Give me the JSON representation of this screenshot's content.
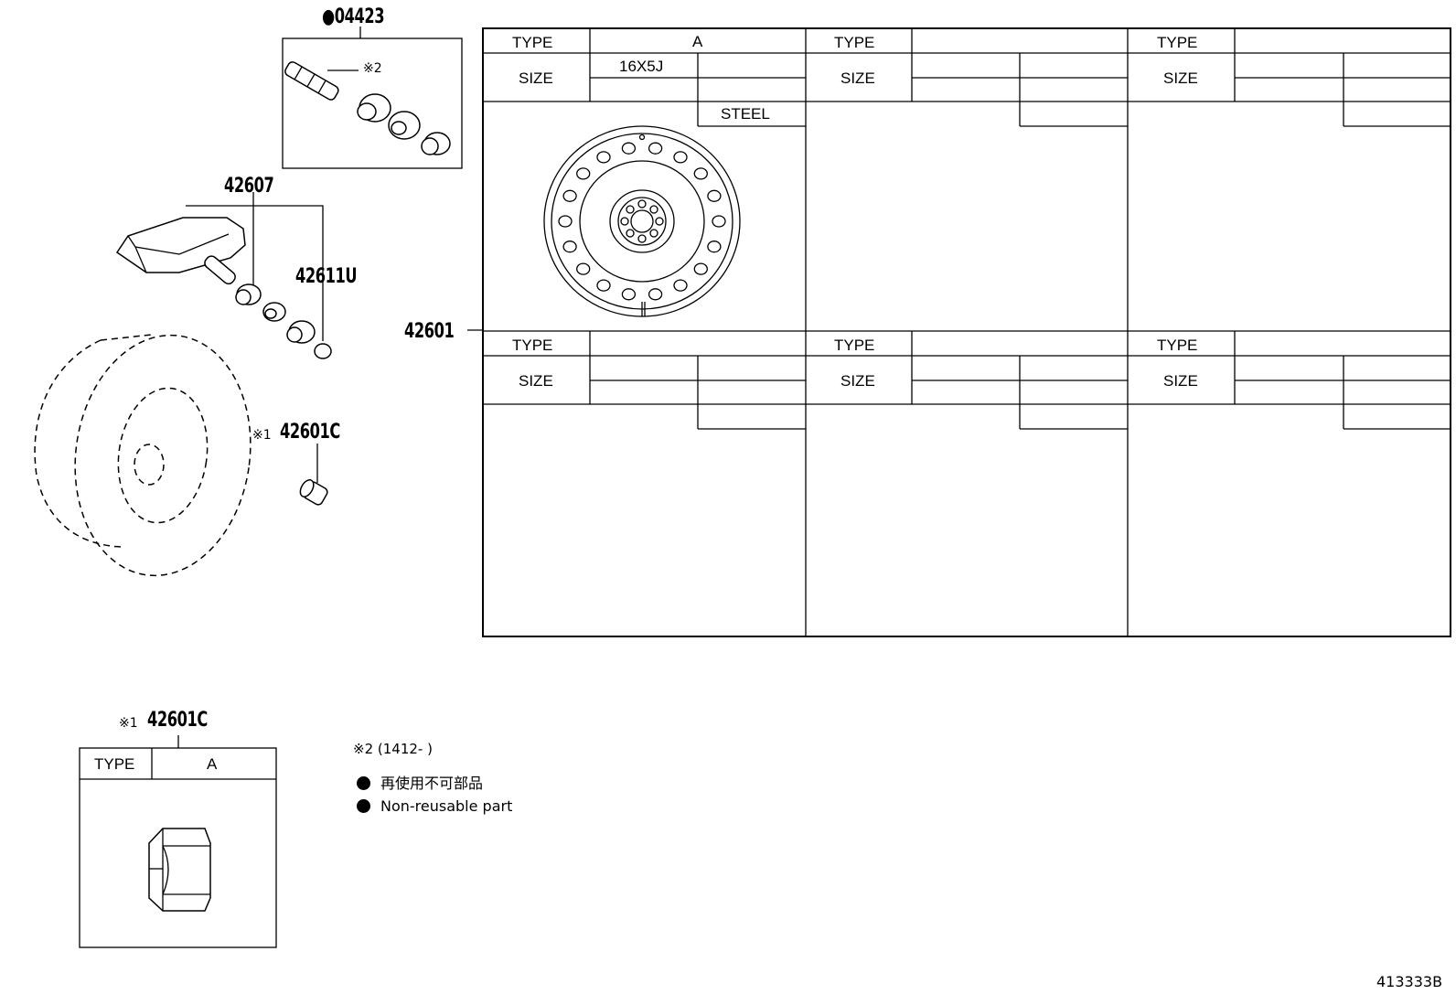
{
  "parts": {
    "p04423": "●04423",
    "p42607": "42607",
    "p42611u": "42611U",
    "p42601": "42601",
    "p42601c_top": "42601C",
    "p42601c_bottom": "42601C",
    "mark1_top": "※1",
    "mark1_bottom": "※1",
    "mark2_valve": "※2"
  },
  "wheel_table": {
    "type_label": "TYPE",
    "size_label": "SIZE",
    "panels": [
      {
        "type_value": "A",
        "size_value": "16X5J",
        "material": "STEEL"
      },
      {
        "type_value": "",
        "size_value": "",
        "material": ""
      },
      {
        "type_value": "",
        "size_value": "",
        "material": ""
      },
      {
        "type_value": "",
        "size_value": "",
        "material": ""
      },
      {
        "type_value": "",
        "size_value": "",
        "material": ""
      },
      {
        "type_value": "",
        "size_value": "",
        "material": ""
      }
    ]
  },
  "nut_table": {
    "type_label": "TYPE",
    "type_value": "A"
  },
  "notes": {
    "note2": "※2 (1412-      )",
    "jp": "再使用不可部品",
    "en": "Non-reusable part"
  },
  "ref_code": "413333B"
}
